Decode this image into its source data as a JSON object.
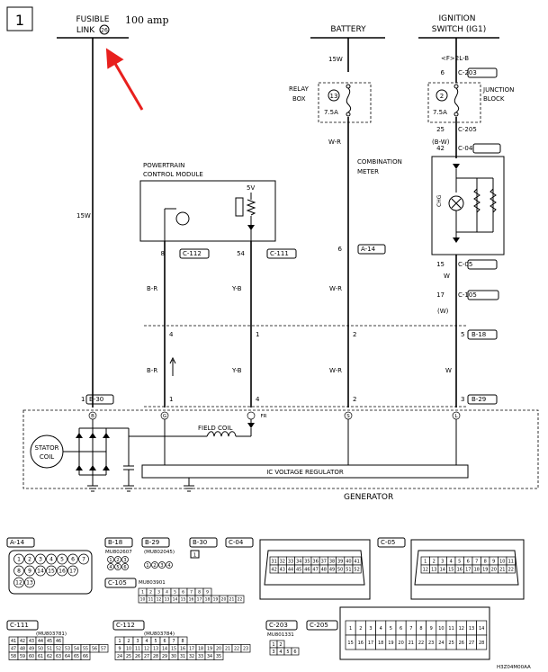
{
  "page_number": "1",
  "sources": {
    "fusible_link": {
      "label_line1": "FUSIBLE",
      "label_line2": "LINK",
      "number": "26",
      "annotation": "100 amp",
      "annotation_color": "#e8201e"
    },
    "battery": {
      "label": "BATTERY"
    },
    "ignition": {
      "label_line1": "IGNITION",
      "label_line2": "SWITCH (IG1)",
      "note": "<F>2L-B"
    }
  },
  "relay_box": {
    "label_line1": "RELAY",
    "label_line2": "BOX",
    "fuse_number": "13",
    "fuse_amp": "7.5A",
    "in_wire": "15W",
    "out_wire": "W-R"
  },
  "junction_block": {
    "label_line1": "JUNCTION",
    "label_line2": "BLOCK",
    "fuse_number": "2",
    "fuse_amp": "7.5A",
    "in_pin": "6",
    "in_conn": "C-203",
    "out_pin": "25",
    "out_conn": "C-205"
  },
  "pcm": {
    "label_line1": "POWERTRAIN",
    "label_line2": "CONTROL MODULE",
    "voltage": "5V",
    "pin_a": "8",
    "conn_a": "C-112",
    "pin_b": "54",
    "conn_b": "C-111"
  },
  "meter": {
    "label_line1": "COMBINATION",
    "label_line2": "METER",
    "pin_in": "42",
    "conn_in": "C-04",
    "wire_in": "(B-W)",
    "lamp": "CHG",
    "pin_out": "15",
    "conn_out": "C-05",
    "pin_d": "6",
    "conn_d": "A-14"
  },
  "wires": {
    "fusible": "15W",
    "pcm_a": "B-R",
    "pcm_b": "Y-B",
    "wr": "W-R",
    "w": "W",
    "w_paren": "(W)",
    "j17_pin": "17",
    "j17_conn": "C-105"
  },
  "junction_row1": {
    "pins": [
      "4",
      "1",
      "2",
      "5"
    ],
    "conn": "B-18"
  },
  "junction_row2": {
    "pins": [
      "1",
      "4",
      "2",
      "3"
    ],
    "conn": "B-29"
  },
  "generator": {
    "label": "GENERATOR",
    "stator": "STATOR",
    "coil": "COIL",
    "field_coil": "FIELD COIL",
    "regulator": "IC VOLTAGE REGULATOR",
    "b_pin": "1",
    "b_conn": "B-30",
    "terminals": [
      "B",
      "G",
      "FR",
      "S",
      "L"
    ]
  },
  "connectors": {
    "a14": {
      "label": "A-14",
      "rows": [
        [
          "1",
          "2",
          "3",
          "4",
          "5",
          "6",
          "7"
        ],
        [
          "8",
          "9",
          "14",
          "15",
          "16",
          "17"
        ],
        [
          "12",
          "13"
        ]
      ]
    },
    "b18": {
      "label": "B-18",
      "part": "MU802607",
      "rows": [
        [
          "1",
          "2",
          "3"
        ],
        [
          "4",
          "5",
          "6"
        ]
      ]
    },
    "b29": {
      "label": "B-29",
      "part": "(MU802045)",
      "rows": [
        [
          "1",
          "2",
          "3",
          "4"
        ]
      ]
    },
    "b30": {
      "label": "B-30",
      "pin": "1"
    },
    "c04": {
      "label": "C-04",
      "rows": [
        [
          "31",
          "32",
          "33",
          "34",
          "35",
          "36",
          "37",
          "38",
          "39",
          "40",
          "41"
        ],
        [
          "42",
          "43",
          "44",
          "45",
          "46",
          "47",
          "48",
          "49",
          "50",
          "51",
          "52"
        ]
      ]
    },
    "c05": {
      "label": "C-05",
      "rows": [
        [
          "1",
          "2",
          "3",
          "4",
          "5",
          "6",
          "7",
          "8",
          "9",
          "10",
          "11"
        ],
        [
          "12",
          "13",
          "14",
          "15",
          "16",
          "17",
          "18",
          "19",
          "20",
          "21",
          "22"
        ]
      ]
    },
    "c105": {
      "label": "C-105",
      "part": "MU803901",
      "rows": [
        [
          "1",
          "2",
          "3",
          "4",
          "5",
          "6",
          "7",
          "8",
          "9"
        ],
        [
          "10",
          "11",
          "12",
          "13",
          "14",
          "15",
          "16",
          "17",
          "18",
          "19",
          "20",
          "21",
          "22"
        ]
      ]
    },
    "c111": {
      "label": "C-111",
      "part": "(MU803781)",
      "rows": [
        [
          "41",
          "42",
          "43",
          "44",
          "45",
          "46"
        ],
        [
          "47",
          "48",
          "49",
          "50",
          "51",
          "52",
          "53",
          "54",
          "55",
          "56",
          "57"
        ],
        [
          "58",
          "59",
          "60",
          "61",
          "62",
          "63",
          "64",
          "65",
          "66"
        ]
      ]
    },
    "c112": {
      "label": "C-112",
      "part": "(MU803784)",
      "rows": [
        [
          "1",
          "2",
          "3",
          "4",
          "5",
          "6",
          "7",
          "8"
        ],
        [
          "9",
          "10",
          "11",
          "12",
          "13",
          "14",
          "15",
          "16",
          "17",
          "18",
          "19",
          "20",
          "21",
          "22",
          "23"
        ],
        [
          "24",
          "25",
          "26",
          "27",
          "28",
          "29",
          "30",
          "31",
          "32",
          "33",
          "34",
          "35"
        ]
      ]
    },
    "c203": {
      "label": "C-203",
      "part": "MU801331",
      "rows": [
        [
          "1",
          "2"
        ],
        [
          "3",
          "4",
          "5",
          "6"
        ]
      ]
    },
    "c205": {
      "label": "C-205",
      "rows": [
        [
          "1",
          "2",
          "3",
          "4",
          "5",
          "6",
          "7",
          "8",
          "9",
          "10",
          "11",
          "12",
          "13",
          "14"
        ],
        [
          "15",
          "16",
          "17",
          "18",
          "19",
          "20",
          "21",
          "22",
          "23",
          "24",
          "25",
          "26",
          "27",
          "28"
        ]
      ]
    }
  },
  "footer_code": "H3Z04M00AA"
}
